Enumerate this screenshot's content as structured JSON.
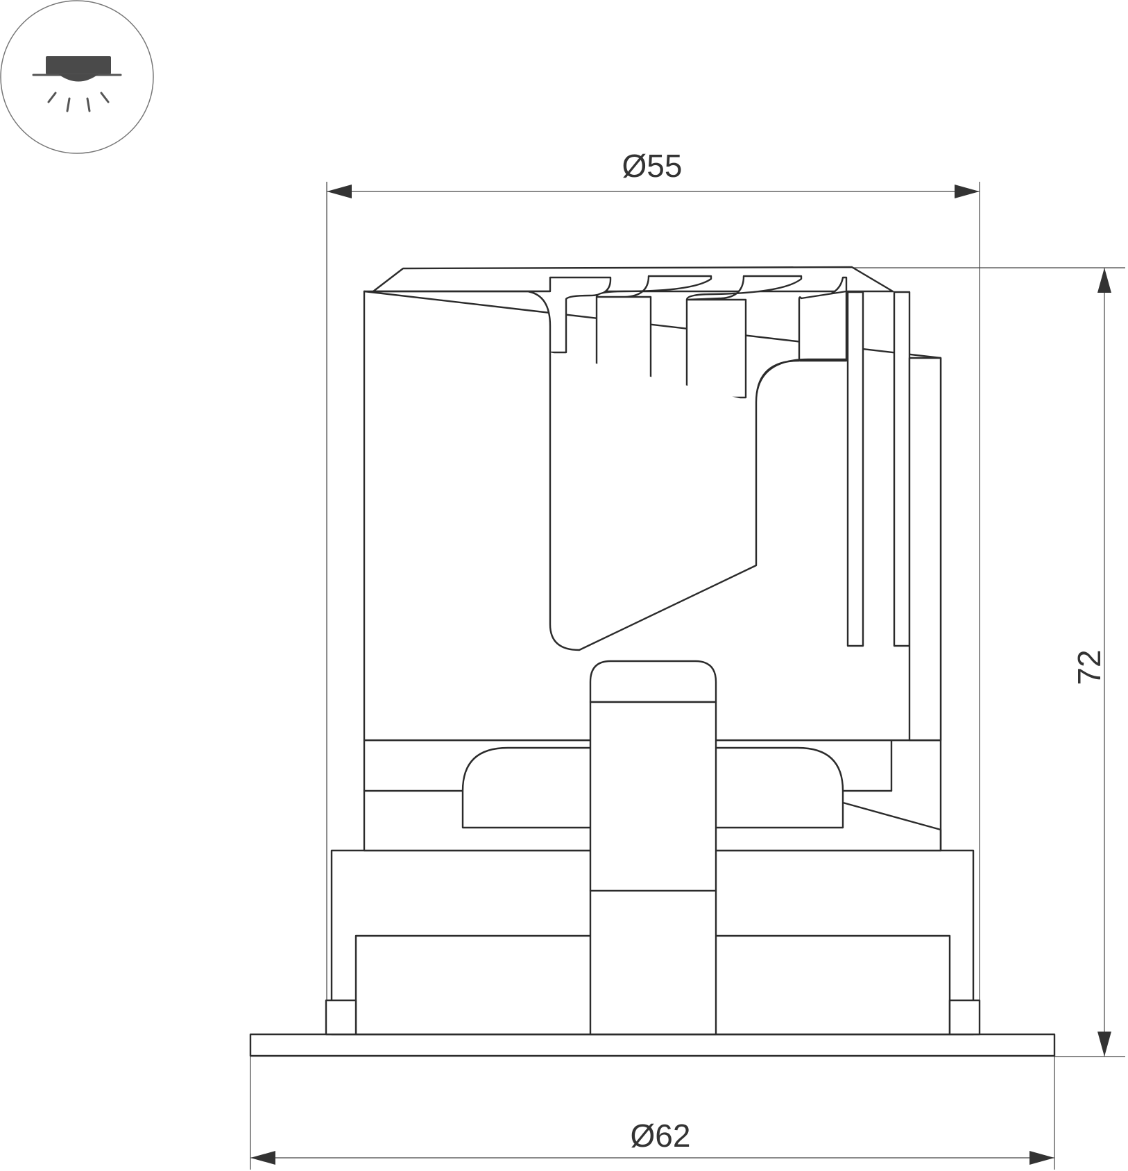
{
  "dimensions": {
    "top_diameter": "Ø55",
    "bottom_diameter": "Ø62",
    "height": "72"
  },
  "icon": {
    "name": "recessed-ceiling-light-icon"
  },
  "colors": {
    "line": "#2b2b2b",
    "background": "#ffffff"
  }
}
